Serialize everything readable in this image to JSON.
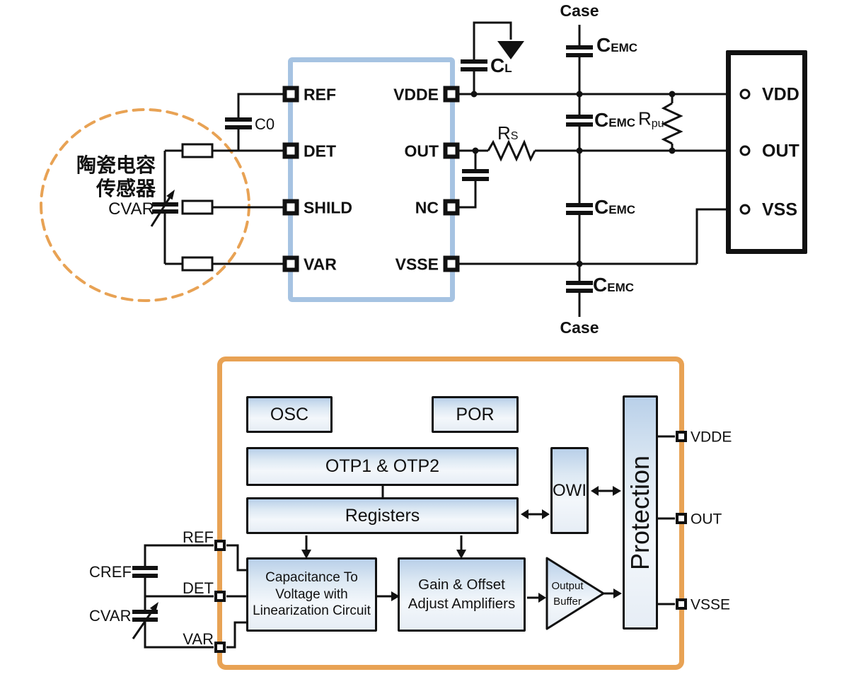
{
  "top_circuit": {
    "sensor": {
      "label_line1": "陶瓷电容",
      "label_line2": "传感器",
      "cvar": "CVAR"
    },
    "chip_pins": {
      "left": [
        "REF",
        "DET",
        "SHILD",
        "VAR"
      ],
      "right": [
        "VDDE",
        "OUT",
        "NC",
        "VSSE"
      ]
    },
    "labels": {
      "c0": "C0",
      "cl": {
        "main": "C",
        "sub": "L"
      },
      "rs": {
        "main": "R",
        "sub": "S"
      },
      "rpu": {
        "main": "R",
        "sub": "pu"
      },
      "cemc": {
        "main": "C",
        "sub": "EMC"
      },
      "case_top": "Case",
      "case_bottom": "Case"
    },
    "connector_pins": [
      "VDD",
      "OUT",
      "VSS"
    ]
  },
  "block_diagram": {
    "blocks": {
      "osc": "OSC",
      "por": "POR",
      "otp": "OTP1 & OTP2",
      "registers": "Registers",
      "c2v": {
        "line1": "Capacitance To",
        "line2": "Voltage with",
        "line3": "Linearization Circuit"
      },
      "gain": {
        "line1": "Gain & Offset",
        "line2": "Adjust Amplifiers"
      },
      "buffer": {
        "line1": "Output",
        "line2": "Buffer"
      },
      "owi": "OWI",
      "protection": "Protection"
    },
    "left_pins": [
      "REF",
      "DET",
      "VAR"
    ],
    "right_pins": [
      "VDDE",
      "OUT",
      "VSSE"
    ],
    "cap_labels": {
      "cref": "CREF",
      "cvar": "CVAR"
    }
  },
  "colors": {
    "accent_orange": "#E8A254",
    "chip_blue": "#A6C3E2",
    "block_fill_top": "#B9D0E9",
    "block_fill_bottom": "#E6EDF5",
    "line": "#111111"
  }
}
